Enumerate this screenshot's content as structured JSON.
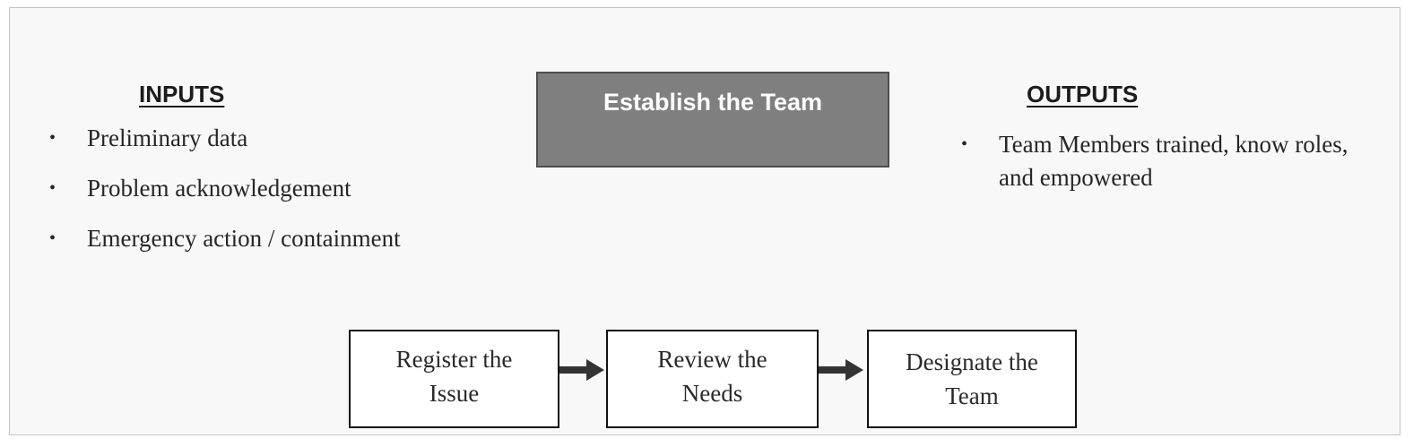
{
  "inputs": {
    "heading": "INPUTS",
    "items": [
      "Preliminary  data",
      "Problem acknowledgement",
      "Emergency action / containment"
    ]
  },
  "process": {
    "title": "Establish the Team"
  },
  "outputs": {
    "heading": "OUTPUTS",
    "items": [
      "Team Members trained, know roles, and empowered"
    ]
  },
  "steps": [
    {
      "line1": "Register the",
      "line2": "Issue"
    },
    {
      "line1": "Review the",
      "line2": "Needs"
    },
    {
      "line1": "Designate the",
      "line2": "Team"
    }
  ],
  "bullet_symbol": "•",
  "colors": {
    "title_box_fill": "#7f7f7f",
    "title_box_text": "#ffffff",
    "arrow": "#333333"
  }
}
